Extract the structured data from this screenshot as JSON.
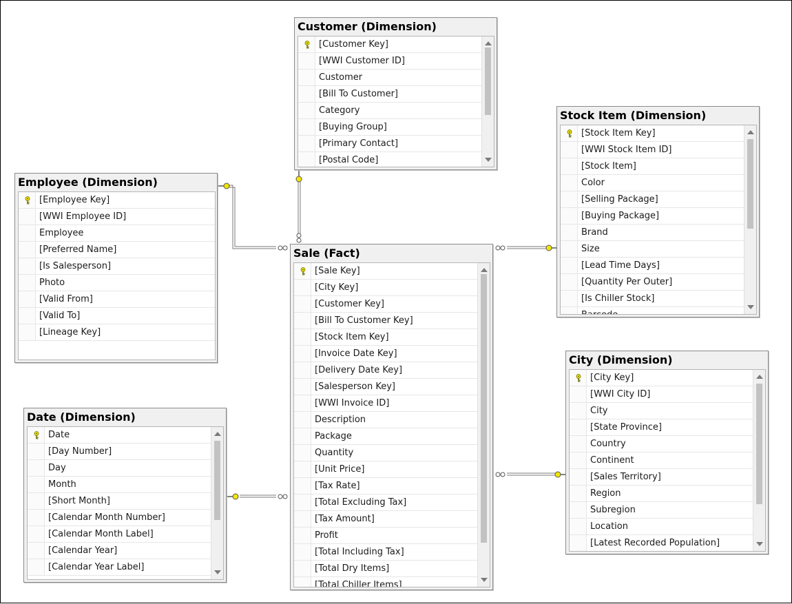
{
  "tables": {
    "customer": {
      "title": "Customer (Dimension)",
      "columns": [
        "[Customer Key]",
        "[WWI Customer ID]",
        "Customer",
        "[Bill To Customer]",
        "Category",
        "[Buying Group]",
        "[Primary Contact]",
        "[Postal Code]"
      ],
      "key_rows": [
        0
      ]
    },
    "stock_item": {
      "title": "Stock Item (Dimension)",
      "columns": [
        "[Stock Item Key]",
        "[WWI Stock Item ID]",
        "[Stock Item]",
        "Color",
        "[Selling Package]",
        "[Buying Package]",
        "Brand",
        "Size",
        "[Lead Time Days]",
        "[Quantity Per Outer]",
        "[Is Chiller Stock]",
        "Barcode"
      ],
      "key_rows": [
        0
      ]
    },
    "employee": {
      "title": "Employee (Dimension)",
      "columns": [
        "[Employee Key]",
        "[WWI Employee ID]",
        "Employee",
        "[Preferred Name]",
        "[Is Salesperson]",
        "Photo",
        "[Valid From]",
        "[Valid To]",
        "[Lineage Key]"
      ],
      "key_rows": [
        0
      ]
    },
    "sale": {
      "title": "Sale (Fact)",
      "columns": [
        "[Sale Key]",
        "[City Key]",
        "[Customer Key]",
        "[Bill To Customer Key]",
        "[Stock Item Key]",
        "[Invoice Date Key]",
        "[Delivery Date Key]",
        "[Salesperson Key]",
        "[WWI Invoice ID]",
        "Description",
        "Package",
        "Quantity",
        "[Unit Price]",
        "[Tax Rate]",
        "[Total Excluding Tax]",
        "[Tax Amount]",
        "Profit",
        "[Total Including Tax]",
        "[Total Dry Items]",
        "[Total Chiller Items]"
      ],
      "key_rows": [
        0
      ]
    },
    "city": {
      "title": "City (Dimension)",
      "columns": [
        "[City Key]",
        "[WWI City ID]",
        "City",
        "[State Province]",
        "Country",
        "Continent",
        "[Sales Territory]",
        "Region",
        "Subregion",
        "Location",
        "[Latest Recorded Population]"
      ],
      "key_rows": [
        0
      ]
    },
    "date": {
      "title": "Date (Dimension)",
      "columns": [
        "Date",
        "[Day Number]",
        "Day",
        "Month",
        "[Short Month]",
        "[Calendar Month Number]",
        "[Calendar Month Label]",
        "[Calendar Year]",
        "[Calendar Year Label]"
      ],
      "key_rows": [
        0
      ]
    }
  },
  "relationships": [
    {
      "from": "sale",
      "to": "customer"
    },
    {
      "from": "sale",
      "to": "employee"
    },
    {
      "from": "sale",
      "to": "stock_item"
    },
    {
      "from": "sale",
      "to": "city"
    },
    {
      "from": "sale",
      "to": "date"
    }
  ],
  "colors": {
    "key_icon": "#f2e600",
    "connector": "#7a7a7a"
  }
}
